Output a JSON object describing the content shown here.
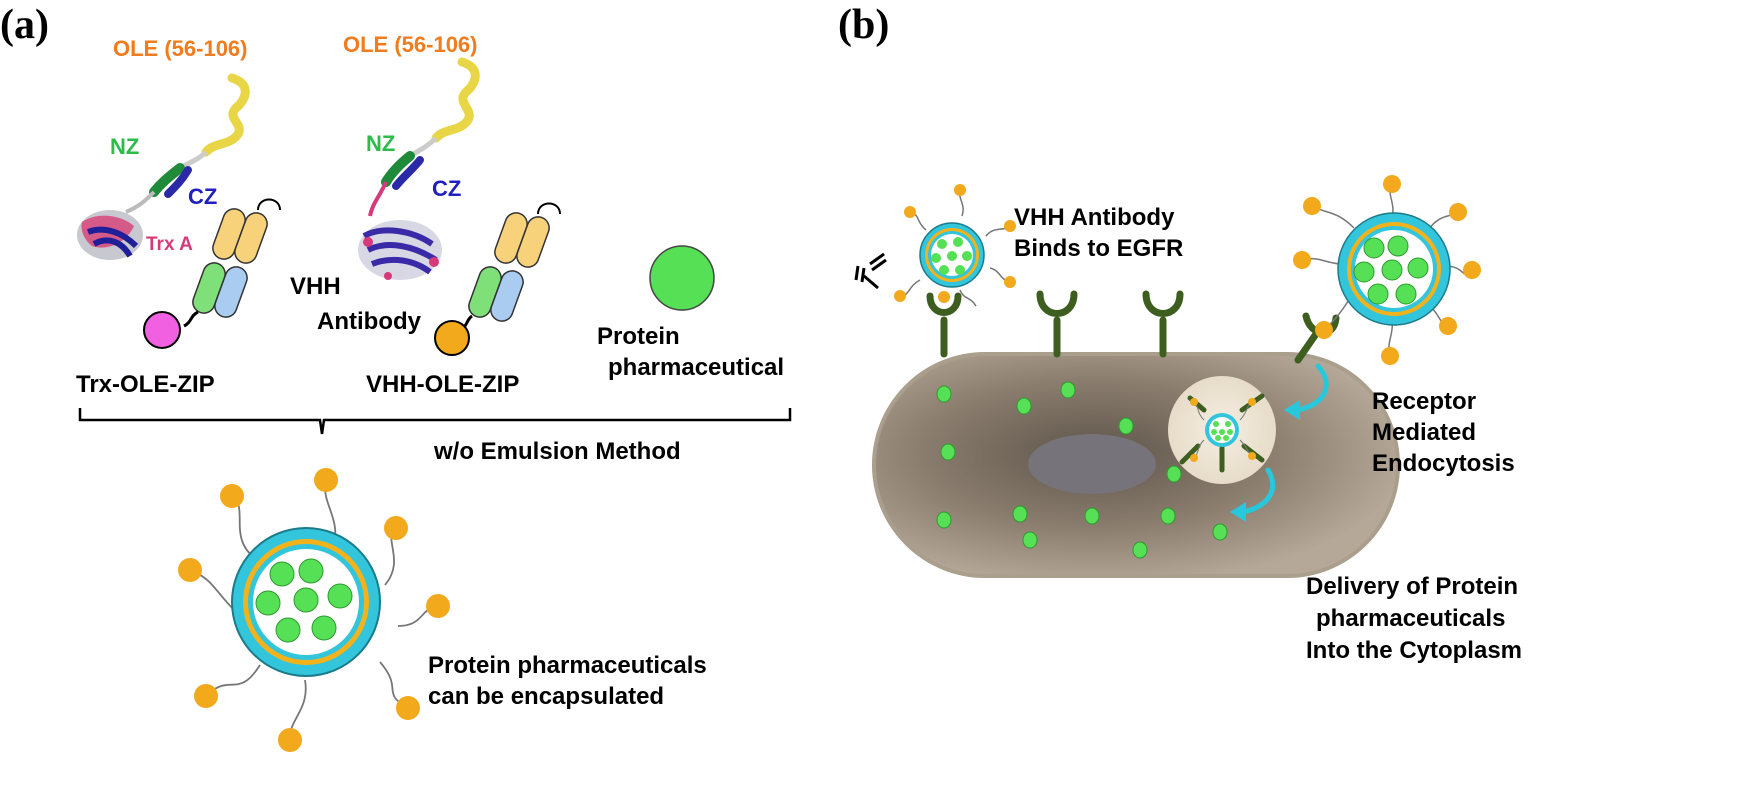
{
  "panels": {
    "a": "(a)",
    "b": "(b)"
  },
  "labels": {
    "ole_1": "OLE (56-106)",
    "ole_2": "OLE (56-106)",
    "nz_1": "NZ",
    "nz_2": "NZ",
    "cz_1": "CZ",
    "cz_2": "CZ",
    "trxa": "Trx A",
    "vhh": "VHH",
    "antibody": "Antibody",
    "protein": "Protein",
    "pharmaceutical": "pharmaceutical",
    "trx_ole_zip": "Trx-OLE-ZIP",
    "vhh_ole_zip": "VHH-OLE-ZIP",
    "emulsion": "w/o Emulsion Method",
    "encap_1": "Protein pharmaceuticals",
    "encap_2": "can be encapsulated",
    "binds_1": "VHH Antibody",
    "binds_2": "Binds to EGFR",
    "rme_1": "Receptor",
    "rme_2": "Mediated",
    "rme_3": "Endocytosis",
    "deliv_1": "Delivery of Protein",
    "deliv_2": "pharmaceuticals",
    "deliv_3": "Into the Cytoplasm"
  },
  "colors": {
    "ole": "#f07c1e",
    "nz": "#2dbb4a",
    "cz": "#2020c0",
    "trxa": "#d63a7a",
    "protein": "#55e055",
    "vhh_ball": "#f2a91c",
    "trx_ball": "#f060e0",
    "shell": "#33c5dc",
    "cell": "#9a8c7c",
    "receptor": "#3e5e20",
    "arrow": "#28c8dc"
  },
  "icons": [
    "antibody-icon",
    "receptor-icon",
    "curved-arrow-icon"
  ]
}
